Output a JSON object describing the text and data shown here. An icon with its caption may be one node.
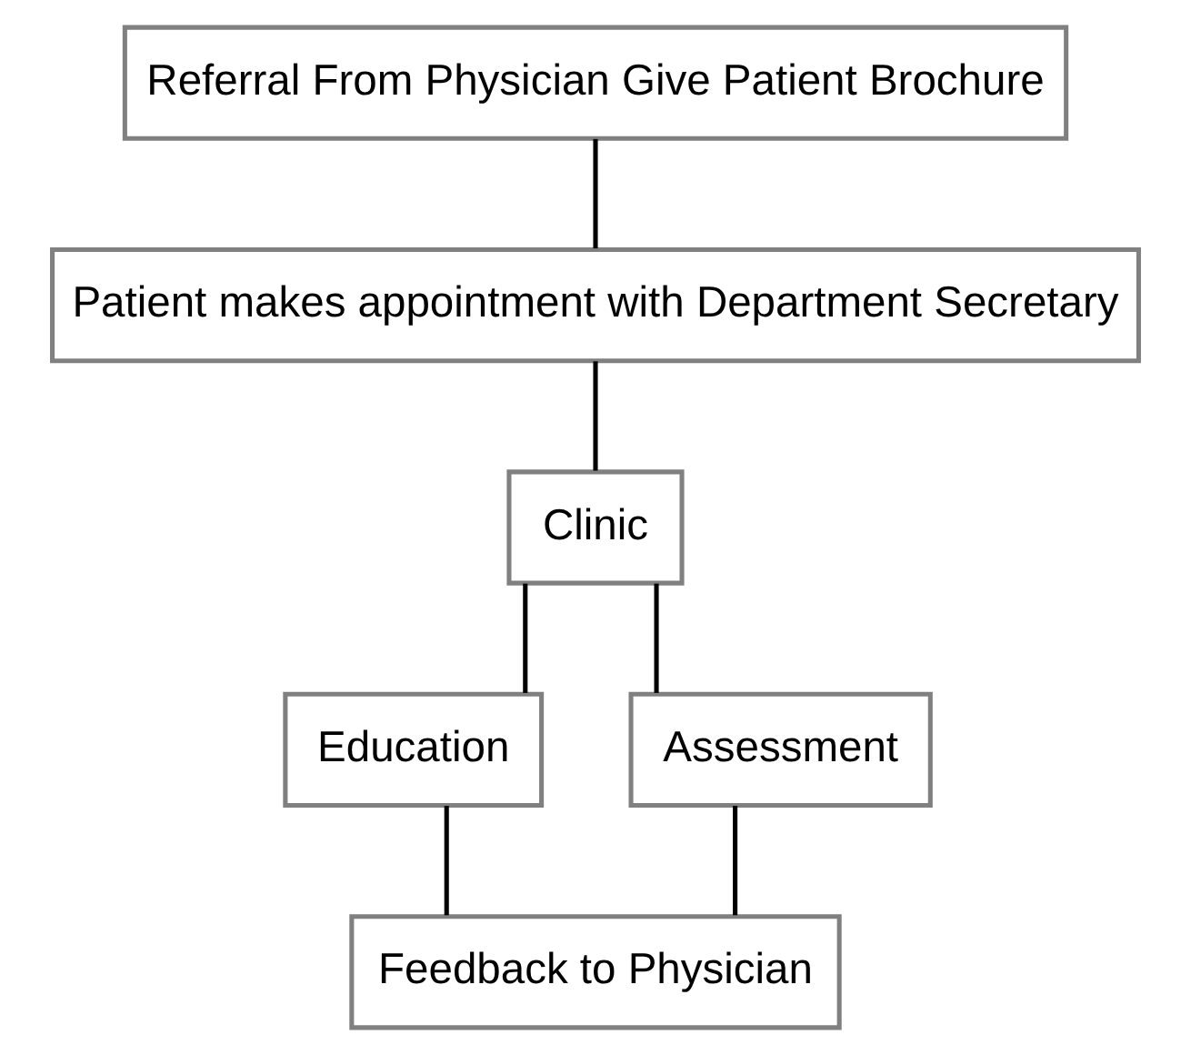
{
  "diagram": {
    "nodes": [
      {
        "text": [
          "Referral From Physician Give Patient Brochure"
        ]
      },
      {
        "text": [
          "Patient makes appointment with Department Secretary"
        ]
      },
      {
        "text": [
          "Clinic"
        ]
      },
      {
        "text": [
          "Education"
        ]
      },
      {
        "text": [
          "Assessment"
        ]
      },
      {
        "text": [
          "Feedback to Physician"
        ]
      }
    ],
    "edges": [
      {
        "from": 0,
        "to": 1,
        "arrow": "none"
      },
      {
        "from": 1,
        "to": 2,
        "arrow": "none"
      },
      {
        "from": 2,
        "to": 3,
        "arrow": "none"
      },
      {
        "from": 2,
        "to": 4,
        "arrow": "none"
      },
      {
        "from": 3,
        "to": 5,
        "arrow": "none"
      },
      {
        "from": 4,
        "to": 5,
        "arrow": "none"
      }
    ]
  }
}
